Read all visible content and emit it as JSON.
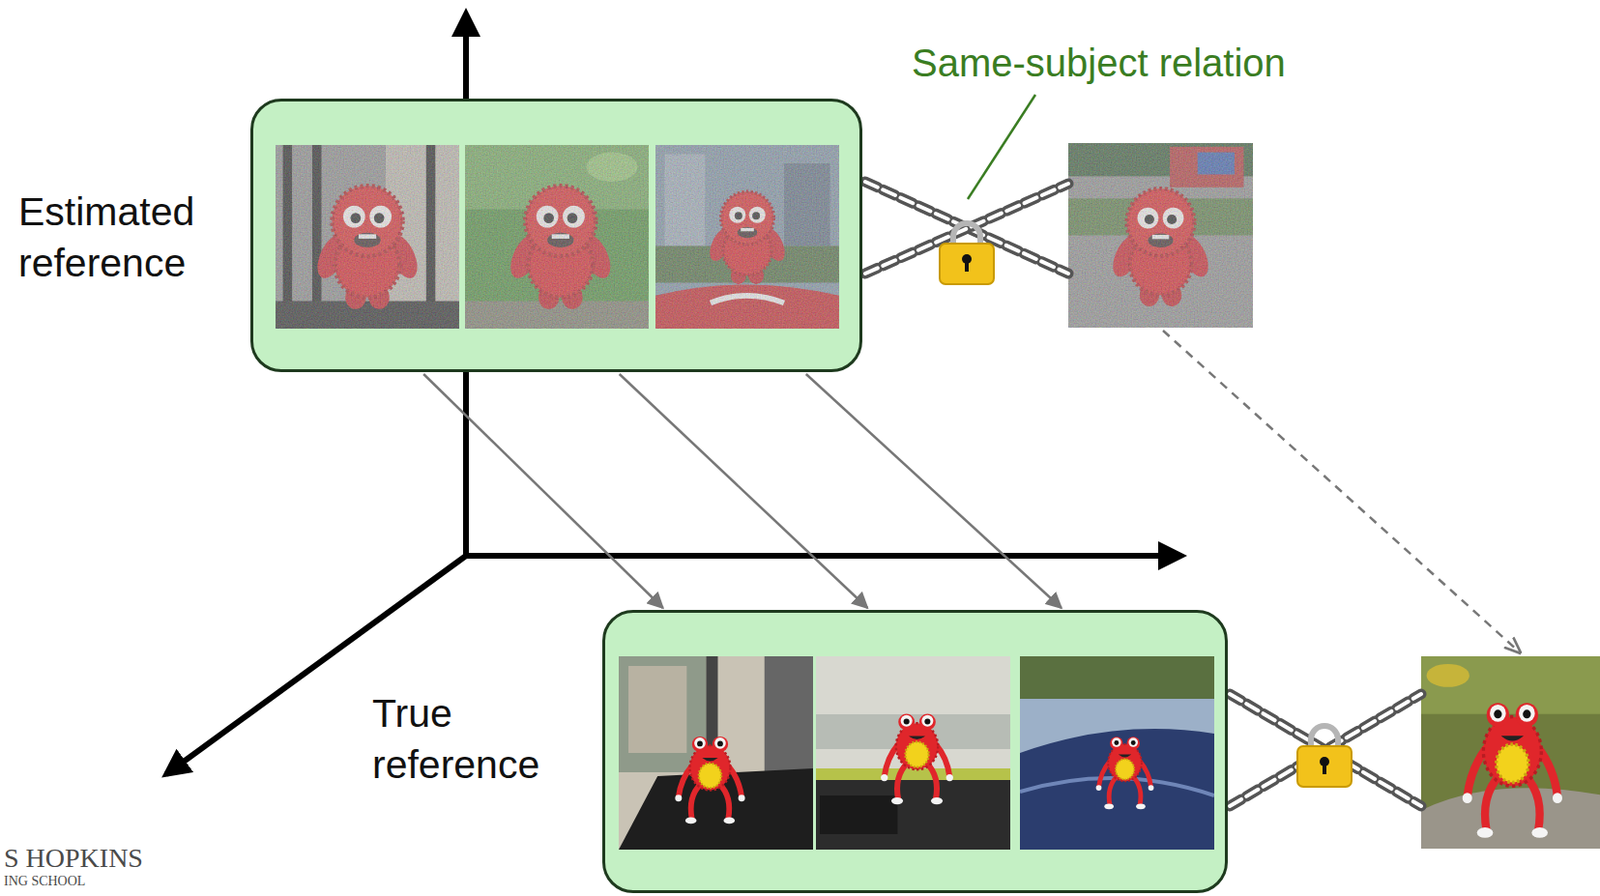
{
  "diagram": {
    "nodes": [
      {
        "text": [
          "Estimated reference"
        ]
      },
      {
        "text": [
          "True reference"
        ]
      }
    ],
    "edges": [
      {
        "from": 0,
        "to": 1,
        "arrow": "to"
      },
      {
        "from": 0,
        "to": 1,
        "arrow": "to"
      },
      {
        "from": 0,
        "to": 1,
        "arrow": "to"
      }
    ],
    "labels": [
      "Same-subject relation",
      "S HOPKINS",
      "ING SCHOOL"
    ]
  }
}
